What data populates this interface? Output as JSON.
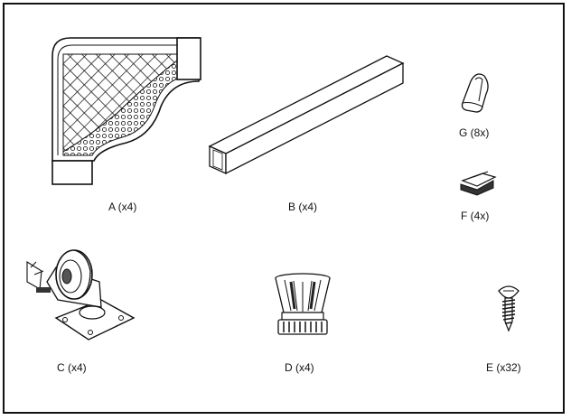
{
  "parts": {
    "a": {
      "icon": "corner-bracket-icon",
      "label": "A (x4)"
    },
    "b": {
      "icon": "rectangular-tube-icon",
      "label": "B (x4)"
    },
    "c": {
      "icon": "swivel-caster-icon",
      "label": "C (x4)"
    },
    "d": {
      "icon": "adjustable-foot-icon",
      "label": "D (x4)"
    },
    "e": {
      "icon": "screw-icon",
      "label": "E (x32)"
    },
    "f": {
      "icon": "clip-bracket-icon",
      "label": "F (4x)"
    },
    "g": {
      "icon": "clip-icon",
      "label": "G (8x)"
    }
  }
}
